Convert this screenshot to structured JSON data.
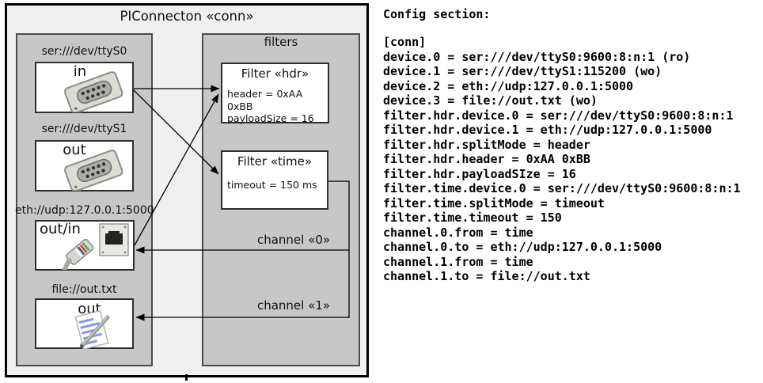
{
  "diagram": {
    "title": "PIConnecton «conn»",
    "devices_panel": {
      "devices": [
        {
          "label": "ser:///dev/ttyS0",
          "direction": "in",
          "icon": "serial-connector"
        },
        {
          "label": "ser:///dev/ttyS1",
          "direction": "out",
          "icon": "serial-connector"
        },
        {
          "label": "eth://udp:127.0.0.1:5000",
          "direction": "out/in",
          "icon": "ethernet-connector"
        },
        {
          "label": "file://out.txt",
          "direction": "out",
          "icon": "text-file-notepad"
        }
      ]
    },
    "filters_panel": {
      "title": "filters",
      "filters": [
        {
          "title": "Filter «hdr»",
          "params": [
            "header = 0xAA 0xBB",
            "payloadSize = 16"
          ]
        },
        {
          "title": "Filter «time»",
          "params": [
            "timeout = 150 ms"
          ]
        }
      ]
    },
    "channels": [
      {
        "label": "channel «0»"
      },
      {
        "label": "channel «1»"
      }
    ]
  },
  "config": {
    "heading": "Config section:",
    "lines": [
      "[conn]",
      "device.0 = ser:///dev/ttyS0:9600:8:n:1 (ro)",
      "device.1 = ser:///dev/ttyS1:115200 (wo)",
      "device.2 = eth://udp:127.0.0.1:5000",
      "device.3 = file://out.txt (wo)",
      "filter.hdr.device.0 = ser:///dev/ttyS0:9600:8:n:1",
      "filter.hdr.device.1 = eth://udp:127.0.0.1:5000",
      "filter.hdr.splitMode = header",
      "filter.hdr.header = 0xAA 0xBB",
      "filter.hdr.payloadSIze = 16",
      "filter.time.device.0 = ser:///dev/ttyS0:9600:8:n:1",
      "filter.time.splitMode = timeout",
      "filter.time.timeout = 150",
      "channel.0.from = time",
      "channel.0.to = eth://udp:127.0.0.1:5000",
      "channel.1.from = time",
      "channel.1.to = file://out.txt"
    ]
  },
  "colors": {
    "outer_background": "#f0f0f0",
    "panel_background": "#c7c7c7",
    "box_background": "#ffffff",
    "border_dark": "#2e2e2e",
    "outer_border": "#000000",
    "text": "#000000"
  }
}
